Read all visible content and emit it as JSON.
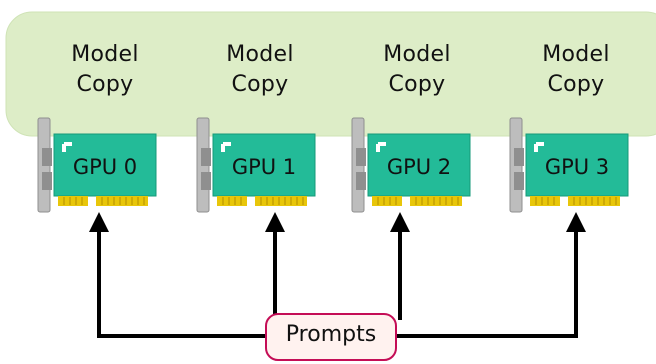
{
  "model_copies": [
    {
      "line1": "Model",
      "line2": "Copy"
    },
    {
      "line1": "Model",
      "line2": "Copy"
    },
    {
      "line1": "Model",
      "line2": "Copy"
    },
    {
      "line1": "Model",
      "line2": "Copy"
    }
  ],
  "gpus": [
    {
      "label": "GPU 0"
    },
    {
      "label": "GPU 1"
    },
    {
      "label": "GPU 2"
    },
    {
      "label": "GPU 3"
    }
  ],
  "prompts": {
    "label": "Prompts"
  },
  "colors": {
    "model_band": "#ddedc7",
    "model_band_border": "#cfe3b6",
    "gpu_card": "#23bb98",
    "gpu_card_dark": "#169979",
    "bracket": "#bdbdbd",
    "bracket_dark": "#8f8f8f",
    "pins": "#e8c60a",
    "prompts_fill": "#fff2ef",
    "prompts_border": "#c40d56",
    "arrows": "#000000"
  }
}
